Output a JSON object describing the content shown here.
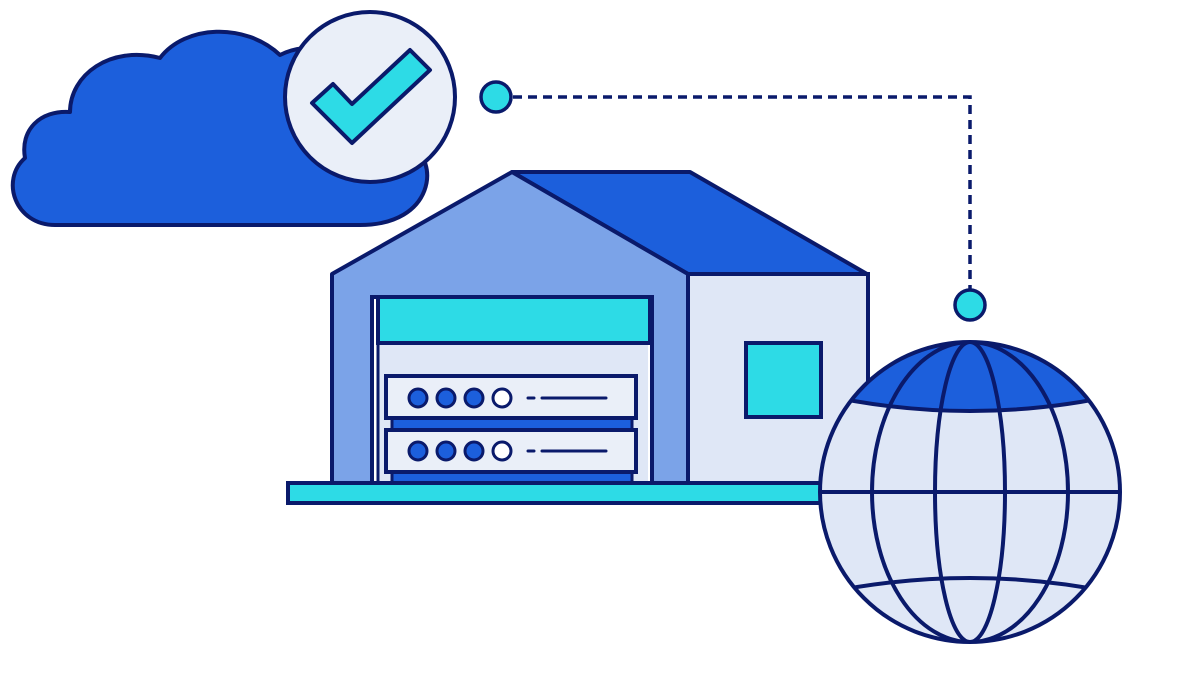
{
  "illustration": {
    "elements": [
      {
        "id": "cloud",
        "icon": "cloud-icon"
      },
      {
        "id": "checkmark-badge",
        "icon": "checkmark-icon"
      },
      {
        "id": "warehouse",
        "icon": "warehouse-icon"
      },
      {
        "id": "server-rack",
        "icon": "server-icon",
        "units": 2,
        "indicator_lights_per_unit": 4
      },
      {
        "id": "globe",
        "icon": "globe-icon"
      },
      {
        "id": "connection-line",
        "style": "dashed",
        "endpoints": 2
      }
    ],
    "colors": {
      "outline": "#0a1a6b",
      "cloud_blue": "#1c5fdc",
      "roof_blue": "#1c5fdc",
      "light_blue": "#7ba3e8",
      "pale_blue": "#dfe7f6",
      "cyan": "#2ddbe6",
      "white": "#ffffff"
    }
  }
}
